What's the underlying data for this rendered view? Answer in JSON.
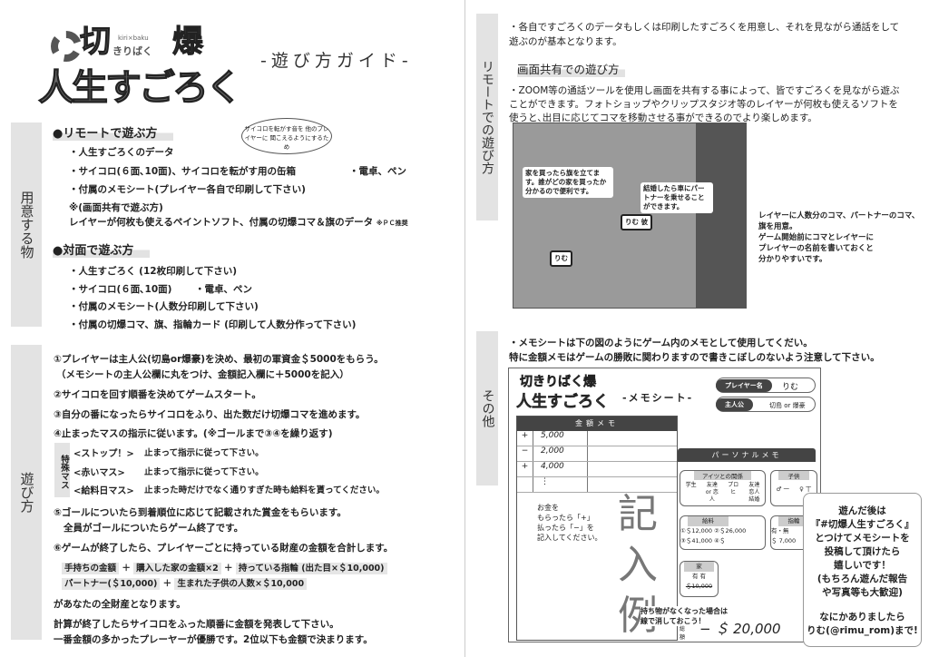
{
  "left": {
    "logo": {
      "top": "切",
      "sub": "きりばく",
      "roman": "kiri×baku",
      "top2": "爆",
      "bottom": "人生すごろく"
    },
    "guide_title": "-遊び方ガイド-",
    "tab_prepare": "用意する物",
    "tab_play": "遊び方",
    "remote": {
      "heading": "●リモートで遊ぶ方",
      "items": [
        "・人生すごろくのデータ",
        "・サイコロ(６面､10面)、サイコロを転がす用の缶箱",
        "・付属のメモシート(プレイヤー各自で印刷して下さい)"
      ],
      "extra": "・電卓、ペン",
      "bubble": "サイコロを転がす音を 他のプレイヤーに 聞こえるようにするため",
      "note1": "※(画面共有で遊ぶ方)",
      "note2": "レイヤーが何枚も使えるペイントソフト、付属の切爆コマ＆旗のデータ",
      "note2_small": "※ＰＣ推奨"
    },
    "face": {
      "heading": "●対面で遊ぶ方",
      "items": [
        "・人生すごろく (12枚印刷して下さい)",
        "・サイコロ(６面､10面)",
        "・付属のメモシート(人数分印刷して下さい)",
        "・付属の切爆コマ、旗、指輪カード (印刷して人数分作って下さい)"
      ],
      "extra": "・電卓、ペン"
    },
    "steps": [
      "①プレイヤーは主人公(切島or爆豪)を決め、最初の軍資金＄5000をもらう。",
      "（メモシートの主人公欄に丸をつけ、金額記入欄に＋5000を記入）",
      "②サイコロを回す順番を決めてゲームスタート。",
      "③自分の番になったらサイコロをふり、出た数だけ切爆コマを進めます。",
      "④止まったマスの指示に従います。(※ゴールまで③④を繰り返す)"
    ],
    "special_label": "特殊マス",
    "special": [
      {
        "name": "<ストップ！>",
        "desc": "止まって指示に従って下さい。"
      },
      {
        "name": "<赤いマス>",
        "desc": "止まって指示に従って下さい。"
      },
      {
        "name": "<給料日マス>",
        "desc": "止まった時だけでなく通りすぎた時も給料を貰ってください。"
      }
    ],
    "steps2": [
      "⑤ゴールについたら到着順位に応じて記載された賞金をもらいます。",
      "全員がゴールについたらゲーム終了です。",
      "⑥ゲームが終了したら、プレイヤーごとに持っている財産の金額を合計します。"
    ],
    "formula1": [
      "手持ちの金額",
      "＋",
      "購入した家の金額×2",
      "＋",
      "持っている指輪 (出た目×＄10,000)"
    ],
    "formula2": [
      "パートナー(＄10,000)",
      "＋",
      "生まれた子供の人数×＄10,000"
    ],
    "end": [
      "があなたの全財産となります。",
      "計算が終了したらサイコロをふった順番に金額を発表して下さい。",
      "一番金額の多かったプレーヤーが優勝です。2位以下も金額で決まります。"
    ]
  },
  "right": {
    "tab_remote": "リモートでの遊び方",
    "tab_other": "その他",
    "intro": [
      "・各自ですごろくのデータもしくは印刷したすごろくを用意し、それを見ながら通話をして",
      "遊ぶのが基本となります。"
    ],
    "share_heading": "画面共有での遊び方",
    "share_text": [
      "・ZOOM等の通話ツールを使用し画面を共有する事によって、皆ですごろくを見ながら遊ぶ",
      "ことができます。フォトショップやクリップスタジオ等のレイヤーが何枚も使えるソフトを",
      "使うと､出目に応じてコマを移動させる事ができるのでより楽しめます。"
    ],
    "shot_callouts": [
      "家を買ったら旗を立てます。誰がどの家を買ったか分かるので便利です。",
      "結婚したら車にパートナーを乗せることができます。"
    ],
    "shot_pieces": [
      "りむ",
      "りむ 彼"
    ],
    "layer_note": [
      "レイヤーに人数分のコマ、パートナーのコマ、",
      "旗を用意。",
      "ゲーム開始前にコマとレイヤーに",
      "プレイヤーの名前を書いておくと",
      "分かりやすいです。"
    ],
    "memo_intro": [
      "・メモシートは下の図のようにゲーム内のメモとして使用してくだい。",
      "特に金額メモはゲームの勝敗に関わりますので書きこぼしのないよう注意して下さい。"
    ],
    "memo": {
      "title": "-メモシート-",
      "logo_top": "切きりばく爆",
      "logo_bottom": "人生すごろく",
      "player_label": "プレイヤー名",
      "player_value": "りむ",
      "hero_label": "主人公",
      "hero_value": "切島 or 爆豪",
      "ledger_title": "金額メモ",
      "ledger_rows": [
        {
          "sign": "+",
          "amount": "5,000"
        },
        {
          "sign": "−",
          "amount": "2,000"
        },
        {
          "sign": "+",
          "amount": "4,000"
        },
        {
          "sign": "",
          "amount": "⋮"
        }
      ],
      "example": "記入例",
      "ledger_note": [
        "お金を",
        "もらったら「+」",
        "払ったら「−」を",
        "記入してください。"
      ],
      "personal_title": "パーソナルメモ",
      "relation_label": "アイツとの関係",
      "relation": [
        "学生",
        "友達 or 恋人",
        "プロヒ",
        "友達 恋人 結婚"
      ],
      "children_label": "子供",
      "children": [
        "♂ 一",
        "♀ 丅"
      ],
      "salary_label": "給料",
      "salary": [
        "①＄12,000",
        "②＄26,000",
        "③＄41,000",
        "④＄"
      ],
      "ring_label": "指輪",
      "ring": [
        "有・無",
        "＄ 7,000"
      ],
      "house_label": "家",
      "house": [
        "有 有",
        "＄10,000"
      ],
      "lost_note": [
        "持ち物がなくなった場合は",
        "線で消しておこう！"
      ],
      "total_label": "総額",
      "total": "− ＄ 20,000"
    },
    "closing_note": [
      "遊んだ後は",
      "『#切爆人生すごろく』",
      "とつけてメモシートを",
      "投稿して頂けたら",
      "嬉しいです！",
      "(もちろん遊んだ報告",
      "や写真等も大歓迎)",
      "",
      "なにかありましたら",
      "りむ(@rimu_rom)まで!"
    ]
  }
}
